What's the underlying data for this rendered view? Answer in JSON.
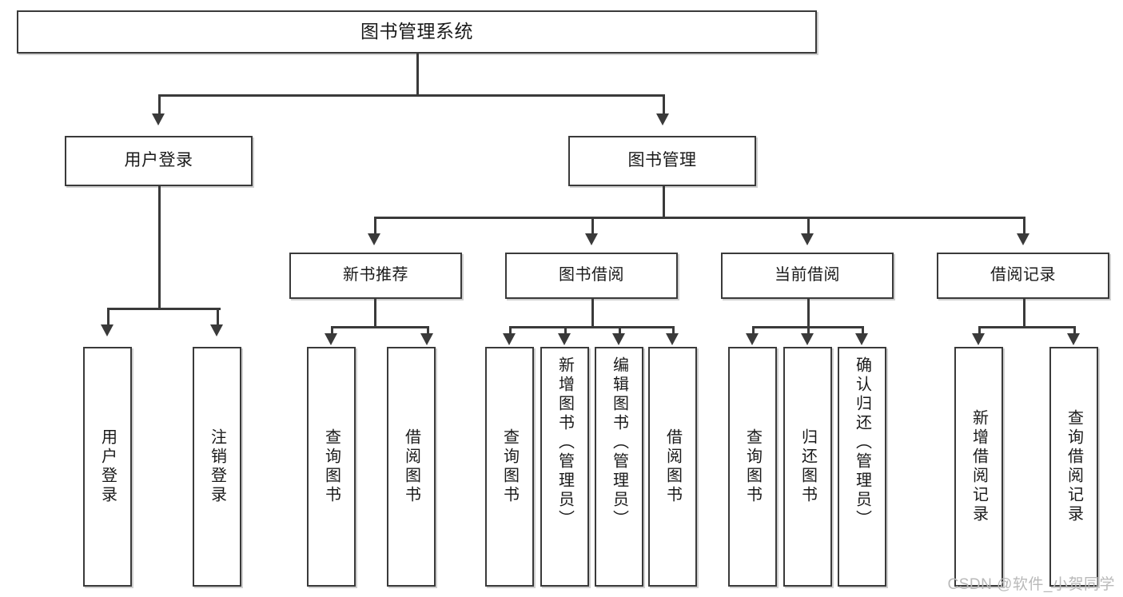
{
  "diagram": {
    "title": "图书管理系统",
    "type": "tree-hierarchy",
    "watermark": "CSDN @软件_小贺同学",
    "colors": {
      "border": "#3a3a3a",
      "background": "#ffffff",
      "text": "#1a1a1a",
      "watermark": "#b9b9b9"
    }
  },
  "nodes": {
    "root": {
      "label": "图书管理系统"
    },
    "level2": [
      {
        "id": "user-login",
        "label": "用户登录"
      },
      {
        "id": "book-manage",
        "label": "图书管理"
      }
    ],
    "level3": [
      {
        "id": "new-book-recommend",
        "label": "新书推荐"
      },
      {
        "id": "book-borrow",
        "label": "图书借阅"
      },
      {
        "id": "current-borrow",
        "label": "当前借阅"
      },
      {
        "id": "borrow-record",
        "label": "借阅记录"
      }
    ],
    "leaves": {
      "user-login": [
        {
          "id": "leaf-user-login",
          "label": "用户登录"
        },
        {
          "id": "leaf-logout",
          "label": "注销登录"
        }
      ],
      "new-book-recommend": [
        {
          "id": "leaf-query-book-1",
          "label": "查询图书"
        },
        {
          "id": "leaf-borrow-book-1",
          "label": "借阅图书"
        }
      ],
      "book-borrow": [
        {
          "id": "leaf-query-book-2",
          "label": "查询图书"
        },
        {
          "id": "leaf-add-book",
          "label": "新增图书（管理员）"
        },
        {
          "id": "leaf-edit-book",
          "label": "编辑图书（管理员）"
        },
        {
          "id": "leaf-borrow-book-2",
          "label": "借阅图书"
        }
      ],
      "current-borrow": [
        {
          "id": "leaf-query-book-3",
          "label": "查询图书"
        },
        {
          "id": "leaf-return-book",
          "label": "归还图书"
        },
        {
          "id": "leaf-confirm-return",
          "label": "确认归还（管理员）"
        }
      ],
      "borrow-record": [
        {
          "id": "leaf-add-record",
          "label": "新增借阅记录"
        },
        {
          "id": "leaf-query-record",
          "label": "查询借阅记录"
        }
      ]
    }
  }
}
